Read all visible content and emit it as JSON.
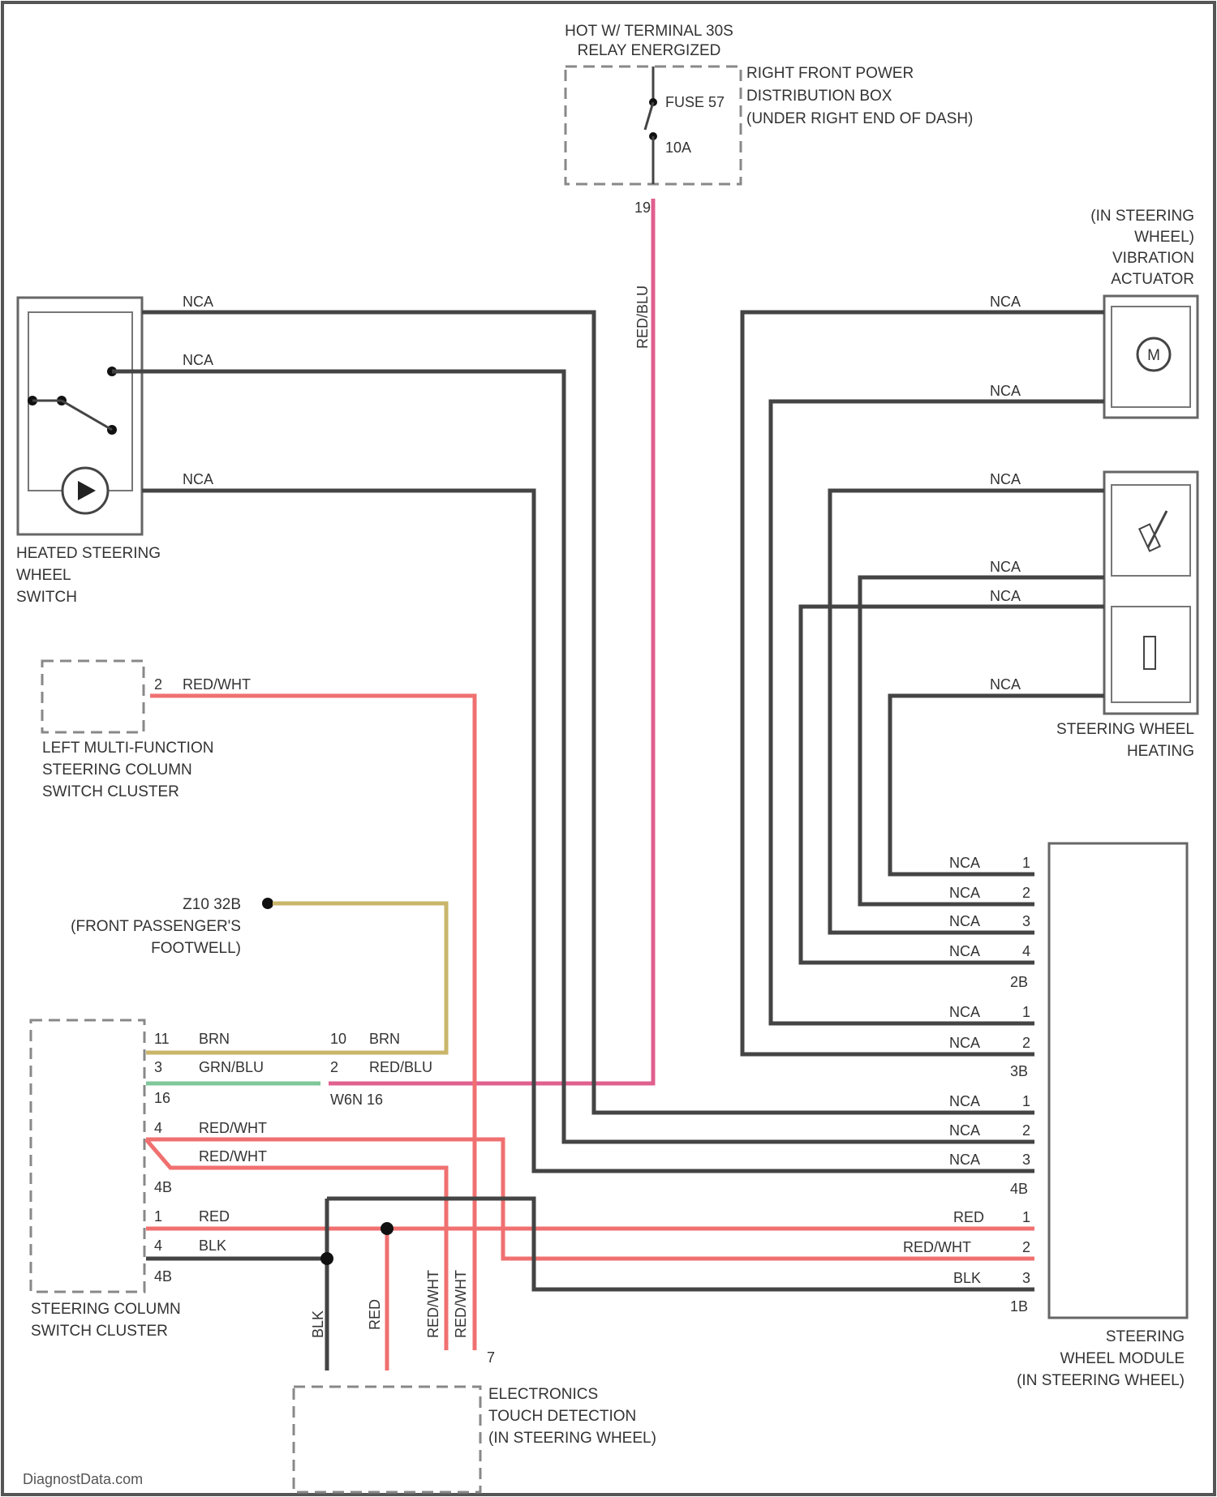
{
  "power": {
    "hot_label": [
      "HOT W/ TERMINAL 30S",
      "RELAY ENERGIZED"
    ],
    "box_label": [
      "RIGHT FRONT POWER",
      "DISTRIBUTION BOX",
      "(UNDER RIGHT END OF DASH)"
    ],
    "fuse_label": "FUSE 57",
    "fuse_rating": "10A",
    "pin": "19",
    "wire_color": "RED/BLU"
  },
  "heated_switch": {
    "label": [
      "HEATED STEERING",
      "WHEEL",
      "SWITCH"
    ],
    "wires": [
      "NCA",
      "NCA",
      "NCA"
    ]
  },
  "vibration_actuator": {
    "label": [
      "(IN STEERING",
      "WHEEL)",
      "VIBRATION",
      "ACTUATOR"
    ],
    "motor": "M",
    "wires": [
      "NCA",
      "NCA"
    ]
  },
  "heating": {
    "label": [
      "STEERING WHEEL",
      "HEATING"
    ],
    "wires": [
      "NCA",
      "NCA",
      "NCA",
      "NCA"
    ]
  },
  "left_mf_switch": {
    "label": [
      "LEFT MULTI-FUNCTION",
      "STEERING COLUMN",
      "SWITCH CLUSTER"
    ],
    "pin": "2",
    "wire": "RED/WHT"
  },
  "ground": {
    "label": [
      "Z10 32B",
      "(FRONT PASSENGER'S",
      "FOOTWELL)"
    ]
  },
  "steering_column_cluster": {
    "label": [
      "STEERING COLUMN",
      "SWITCH CLUSTER"
    ],
    "connector_16": {
      "pins": [
        "11",
        "3",
        "16"
      ],
      "wires": [
        "BRN",
        "GRN/BLU"
      ]
    },
    "connector_4b": {
      "pins": [
        "4",
        "",
        "4B"
      ],
      "wires": [
        "RED/WHT",
        "RED/WHT"
      ]
    },
    "connector_4b2": {
      "pins": [
        "1",
        "4",
        "4B"
      ],
      "wires": [
        "RED",
        "BLK"
      ]
    }
  },
  "inline_connector": {
    "pins": [
      "10",
      "2"
    ],
    "wires": [
      "BRN",
      "RED/BLU"
    ],
    "label": "W6N 16"
  },
  "module": {
    "label": [
      "STEERING",
      "WHEEL MODULE",
      "(IN STEERING WHEEL)"
    ],
    "conn_2b": {
      "name": "2B",
      "pins": [
        "1",
        "2",
        "3",
        "4"
      ],
      "wires": [
        "NCA",
        "NCA",
        "NCA",
        "NCA"
      ]
    },
    "conn_3b": {
      "name": "3B",
      "pins": [
        "1",
        "2"
      ],
      "wires": [
        "NCA",
        "NCA"
      ]
    },
    "conn_4b": {
      "name": "4B",
      "pins": [
        "1",
        "2",
        "3"
      ],
      "wires": [
        "NCA",
        "NCA",
        "NCA"
      ]
    },
    "conn_1b": {
      "name": "1B",
      "pins": [
        "1",
        "2",
        "3"
      ],
      "wires": [
        "RED",
        "RED/WHT",
        "BLK"
      ]
    }
  },
  "touch": {
    "label": [
      "ELECTRONICS",
      "TOUCH DETECTION",
      "(IN STEERING WHEEL)"
    ],
    "wires": [
      "BLK",
      "RED",
      "RED/WHT",
      "RED/WHT"
    ],
    "pin": "7"
  },
  "watermark": "DiagnostData.com"
}
